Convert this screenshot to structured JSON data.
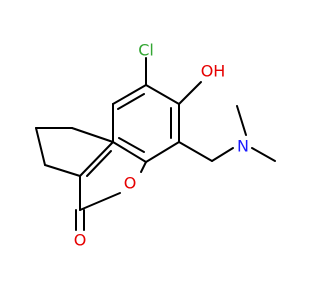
{
  "molecule": {
    "atoms": {
      "cl": {
        "text": "Cl",
        "color": "#33a633"
      },
      "oh": {
        "text": "OH",
        "color": "#e60000"
      },
      "n": {
        "text": "N",
        "color": "#1a1aff"
      },
      "o_ring": {
        "text": "O",
        "color": "#e60000"
      },
      "o_carbonyl": {
        "text": "O",
        "color": "#e60000"
      }
    },
    "bond_color": "#000000",
    "background": "#ffffff"
  }
}
